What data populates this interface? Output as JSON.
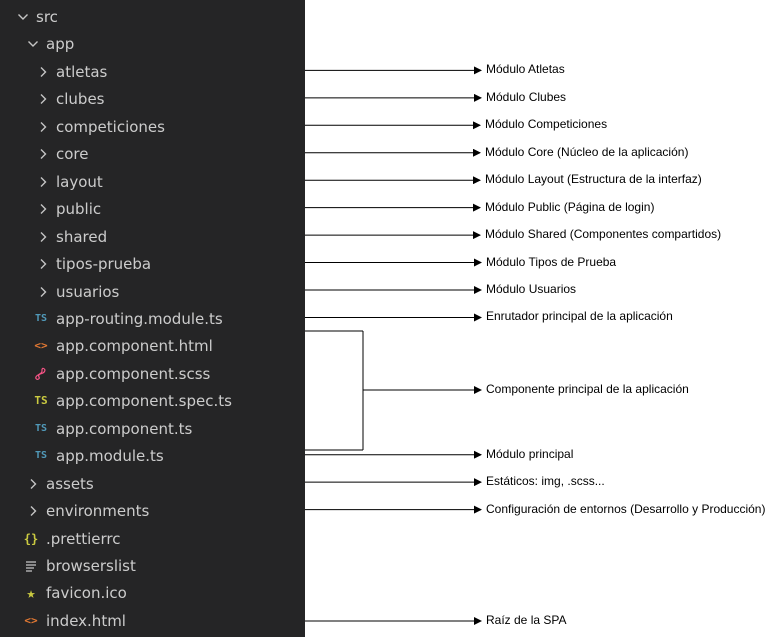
{
  "colors": {
    "panel_bg": "#252526",
    "text": "#cccccc",
    "chevron": "#c5c5c5",
    "ts_blue": "#519aba",
    "ts_spec_yellow": "#cbcb41",
    "html_orange": "#e37933",
    "scss_pink": "#f55385",
    "json_yellow": "#cbcb41",
    "favicon_yellow": "#cbcb41",
    "list_gray": "#c5c5c5"
  },
  "tree": [
    {
      "label": "src",
      "kind": "folder-open",
      "icon": "chevron-down-icon"
    },
    {
      "label": "app",
      "kind": "folder-open",
      "icon": "chevron-down-icon"
    },
    {
      "label": "atletas",
      "kind": "folder",
      "icon": "chevron-right-icon"
    },
    {
      "label": "clubes",
      "kind": "folder",
      "icon": "chevron-right-icon"
    },
    {
      "label": "competiciones",
      "kind": "folder",
      "icon": "chevron-right-icon"
    },
    {
      "label": "core",
      "kind": "folder",
      "icon": "chevron-right-icon"
    },
    {
      "label": "layout",
      "kind": "folder",
      "icon": "chevron-right-icon"
    },
    {
      "label": "public",
      "kind": "folder",
      "icon": "chevron-right-icon"
    },
    {
      "label": "shared",
      "kind": "folder",
      "icon": "chevron-right-icon"
    },
    {
      "label": "tipos-prueba",
      "kind": "folder",
      "icon": "chevron-right-icon"
    },
    {
      "label": "usuarios",
      "kind": "folder",
      "icon": "chevron-right-icon"
    },
    {
      "label": "app-routing.module.ts",
      "kind": "ts",
      "glyph": "TS",
      "icon": "typescript-icon"
    },
    {
      "label": "app.component.html",
      "kind": "html",
      "glyph": "<>",
      "icon": "html-icon"
    },
    {
      "label": "app.component.scss",
      "kind": "scss",
      "glyph": "",
      "icon": "sass-icon"
    },
    {
      "label": "app.component.spec.ts",
      "kind": "spec",
      "glyph": "TS",
      "icon": "typescript-spec-icon"
    },
    {
      "label": "app.component.ts",
      "kind": "ts",
      "glyph": "TS",
      "icon": "typescript-icon"
    },
    {
      "label": "app.module.ts",
      "kind": "ts",
      "glyph": "TS",
      "icon": "typescript-icon"
    },
    {
      "label": "assets",
      "kind": "folder",
      "icon": "chevron-right-icon"
    },
    {
      "label": "environments",
      "kind": "folder",
      "icon": "chevron-right-icon"
    },
    {
      "label": ".prettierrc",
      "kind": "json",
      "glyph": "{}",
      "icon": "json-braces-icon"
    },
    {
      "label": "browserslist",
      "kind": "list",
      "glyph": "",
      "icon": "list-lines-icon"
    },
    {
      "label": "favicon.ico",
      "kind": "star",
      "glyph": "★",
      "icon": "star-icon"
    },
    {
      "label": "index.html",
      "kind": "html",
      "glyph": "<>",
      "icon": "html-icon"
    }
  ],
  "annotations": [
    {
      "text": "Módulo Atletas",
      "target": "atletas"
    },
    {
      "text": "Módulo Clubes",
      "target": "clubes"
    },
    {
      "text": "Módulo Competiciones",
      "target": "competiciones"
    },
    {
      "text": "Módulo Core (Núcleo de la aplicación)",
      "target": "core"
    },
    {
      "text": "Módulo Layout (Estructura de la interfaz)",
      "target": "layout"
    },
    {
      "text": "Módulo Public (Página de login)",
      "target": "public"
    },
    {
      "text": "Módulo Shared (Componentes compartidos)",
      "target": "shared"
    },
    {
      "text": "Módulo Tipos de Prueba",
      "target": "tipos-prueba"
    },
    {
      "text": "Módulo Usuarios",
      "target": "usuarios"
    },
    {
      "text": "Enrutador principal de la aplicación",
      "target": "app-routing.module.ts"
    },
    {
      "text": "Componente principal de la aplicación",
      "target": "app.component.*"
    },
    {
      "text": "Módulo principal",
      "target": "app.module.ts"
    },
    {
      "text": "Estáticos: img, .scss...",
      "target": "assets"
    },
    {
      "text": "Configuración de entornos (Desarrollo y Producción)",
      "target": "environments"
    },
    {
      "text": "Raíz de la SPA",
      "target": "index.html"
    }
  ]
}
